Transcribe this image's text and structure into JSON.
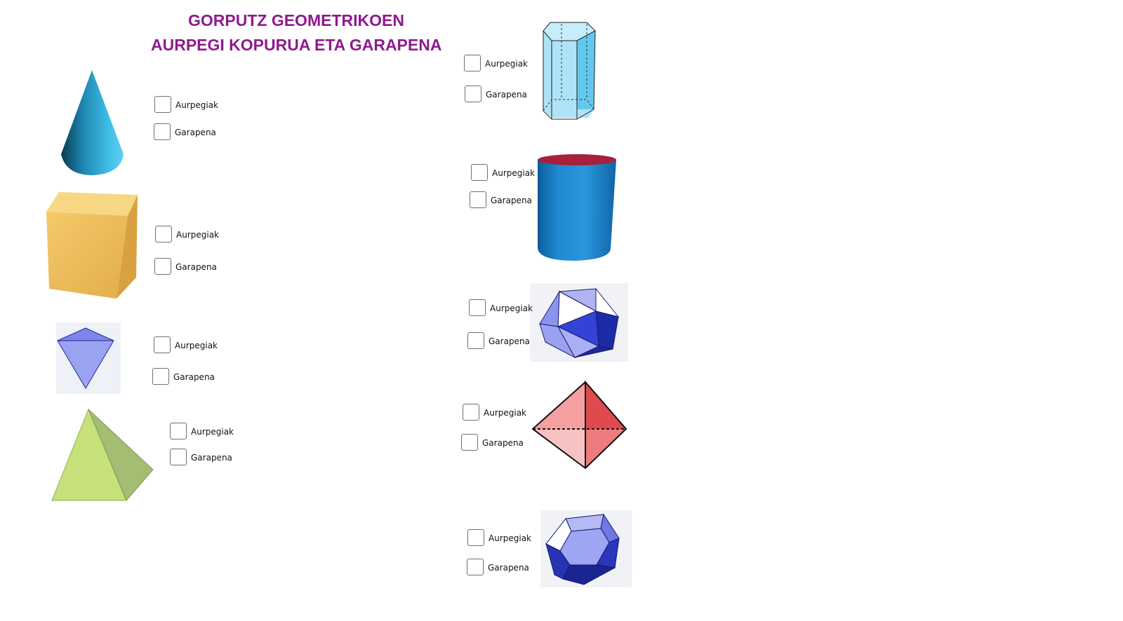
{
  "title": {
    "line1": "GORPUTZ GEOMETRIKOEN",
    "line2": "AURPEGI KOPURUA ETA GARAPENA"
  },
  "shapes": {
    "cone": {
      "icon": "cone-icon",
      "option1": "Aurpegiak",
      "option2": "Garapena"
    },
    "cube": {
      "icon": "cube-icon",
      "option1": "Aurpegiak",
      "option2": "Garapena"
    },
    "octahedron": {
      "icon": "octahedron-icon",
      "option1": "Aurpegiak",
      "option2": "Garapena"
    },
    "pyramid": {
      "icon": "pyramid-icon",
      "option1": "Aurpegiak",
      "option2": "Garapena"
    },
    "hex_prism": {
      "icon": "hexagonal-prism-icon",
      "option1": "Aurpegiak",
      "option2": "Garapena"
    },
    "cylinder": {
      "icon": "cylinder-icon",
      "option1": "Aurpegiak",
      "option2": "Garapena"
    },
    "icosahedron": {
      "icon": "icosahedron-icon",
      "option1": "Aurpegiak",
      "option2": "Garapena"
    },
    "bipyramid": {
      "icon": "red-octahedron-icon",
      "option1": "Aurpegiak",
      "option2": "Garapena"
    },
    "dodecahedron": {
      "icon": "dodecahedron-icon",
      "option1": "Aurpegiak",
      "option2": "Garapena"
    }
  }
}
